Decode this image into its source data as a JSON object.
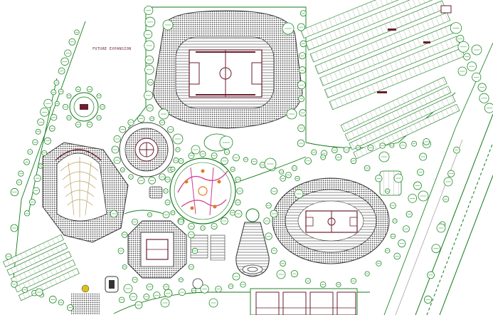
{
  "drawing": {
    "title_label": "FUTURE EXPANSION",
    "colors": {
      "background": "#ffffff",
      "linework": "#0f7a18",
      "tree": "#1e8a24",
      "tree_fill": "#ffffff",
      "hatch": "#5a5a5a",
      "maroon": "#6a1e2e",
      "pink": "#d23a8a",
      "orange": "#e07a1c",
      "yellow": "#d9c21c",
      "tan": "#b9a060"
    },
    "features": [
      "football-stadium",
      "basketball-arena",
      "indoor-arena",
      "amphitheatre-plaza",
      "shell-auditorium",
      "round-pavilion",
      "indoor-court-building",
      "tennis-courts",
      "parking-lots",
      "main-road",
      "future-expansion-area"
    ]
  }
}
